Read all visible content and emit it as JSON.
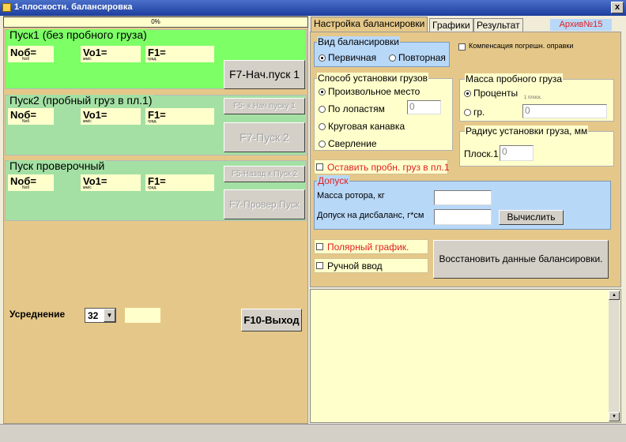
{
  "window": {
    "title": "1-плоскостн. балансировка",
    "close": "x"
  },
  "progress": {
    "text": "0%",
    "value": 0
  },
  "run1": {
    "title": "Пуск1 (без пробного груза)",
    "n_label": "Nоб=",
    "n_unit": "Nоб",
    "v_label": "Vo1=",
    "v_unit": "мм/с",
    "f_label": "F1=",
    "f_unit": "град.",
    "start_button": "F7-Нач.пуск 1"
  },
  "run2": {
    "title": "Пуск2 (пробный груз в пл.1)",
    "n_label": "Nоб=",
    "n_unit": "Nоб",
    "v_label": "Vo1=",
    "v_unit": "мм/с",
    "f_label": "F1=",
    "f_unit": "град.",
    "back_button": "F5- к Нач.пуску 1",
    "start_button": "F7-Пуск 2"
  },
  "run3": {
    "title": "Пуск проверочный",
    "n_label": "Nоб=",
    "n_unit": "Nоб",
    "v_label": "Vo1=",
    "v_unit": "мм/с",
    "f_label": "F1=",
    "f_unit": "град.",
    "back_button": "F5-Назад к Пуск 2",
    "check_button": "F7-Провер.Пуск"
  },
  "averaging": {
    "label": "Усреднение",
    "value": "32"
  },
  "exit_button": "F10-Выход",
  "tabs": [
    "Настройка балансировки",
    "Графики",
    "Результат"
  ],
  "archive": "Архив№15",
  "balance_type": {
    "title": "Вид балансировки",
    "primary": "Первичная",
    "repeat": "Повторная"
  },
  "compensation": "Компенсация погрешн. оправки",
  "weight_method": {
    "title": "Способ установки грузов",
    "options": [
      "Произвольное место",
      "По лопастям",
      "Круговая канавка",
      "Сверление"
    ],
    "blades_value": "0"
  },
  "trial_mass": {
    "title": "Массa пробного груза",
    "percent": "Проценты",
    "plane_note": "1 плоск.",
    "gram": "гр.",
    "value": "0"
  },
  "radius": {
    "title": "Радиус установки груза, мм",
    "plane_label": "Плоск.1",
    "value": "0"
  },
  "leave_trial": "Оставить пробн. груз в пл.1",
  "tolerance": {
    "title": "Допуск",
    "rotor_mass": "Масса ротора, кг",
    "imbalance": "Допуск на дисбаланс, г*см",
    "calc_button": "Вычислить"
  },
  "polar_chart": "Полярный график.",
  "manual_input": "Ручной ввод",
  "restore_button": "Восстановить данные балансировки.",
  "colors": {
    "run1_bg": "#7dff66",
    "run_bg": "#a4e0a4",
    "panel_bg": "#e5c889",
    "blue_box": "#b8d8f8",
    "yellow_field": "#ffffcc",
    "red_text": "#e02020"
  }
}
